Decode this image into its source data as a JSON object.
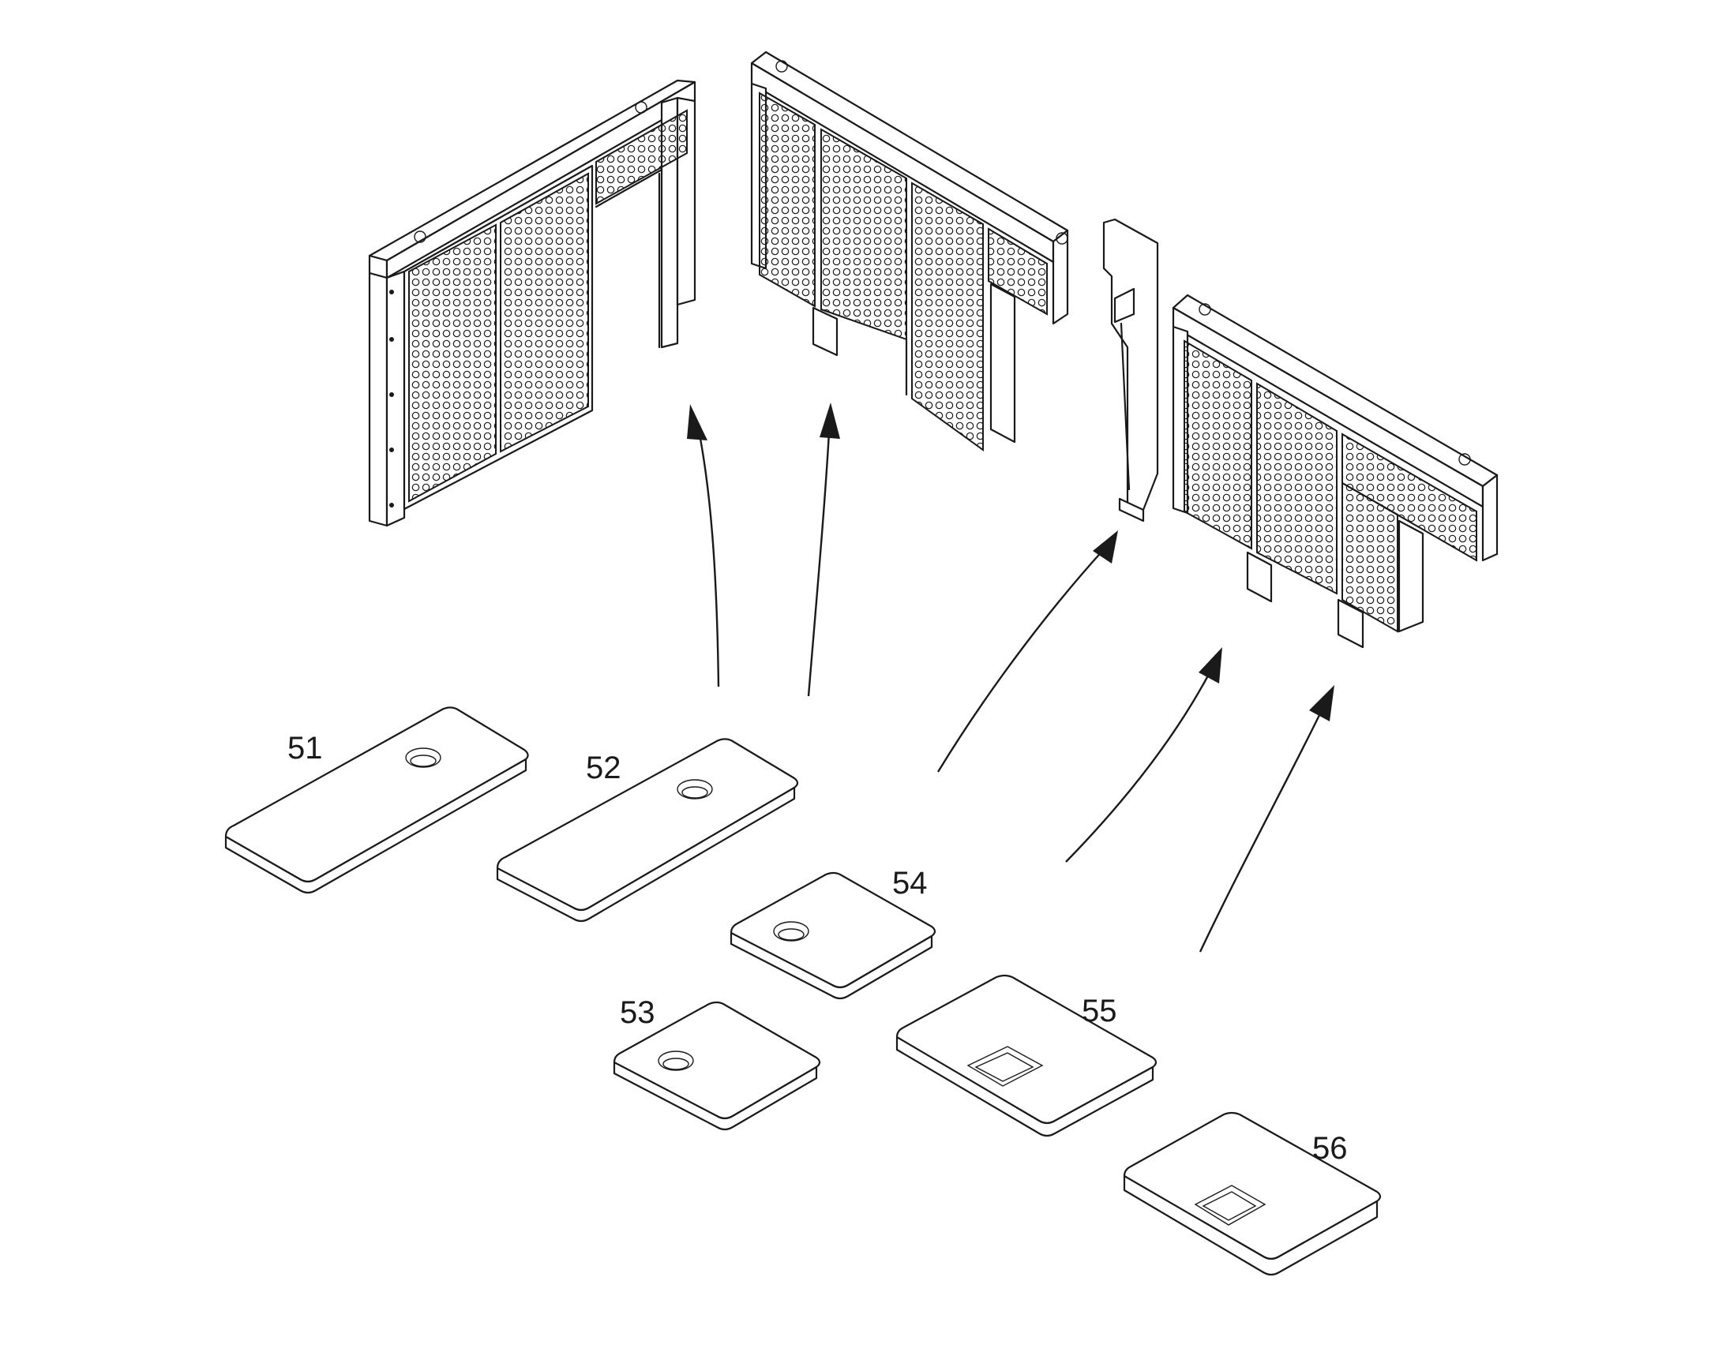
{
  "parts": [
    {
      "id": "plate-51",
      "label": "51",
      "hole": "round"
    },
    {
      "id": "plate-52",
      "label": "52",
      "hole": "round"
    },
    {
      "id": "plate-53",
      "label": "53",
      "hole": "round"
    },
    {
      "id": "plate-54",
      "label": "54",
      "hole": "round"
    },
    {
      "id": "plate-55",
      "label": "55",
      "hole": "square"
    },
    {
      "id": "plate-56",
      "label": "56",
      "hole": "square"
    }
  ],
  "colors": {
    "line": "#1a1a1a",
    "background": "#ffffff"
  }
}
